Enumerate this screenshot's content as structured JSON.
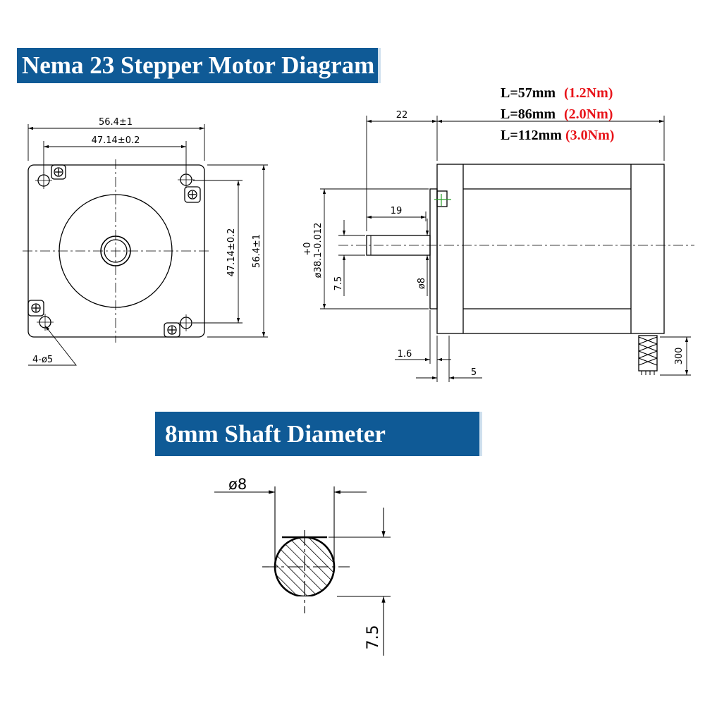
{
  "titles": {
    "main": "Nema 23 Stepper Motor Diagram",
    "shaft": "8mm Shaft Diameter"
  },
  "lengths": [
    {
      "length": "L=57mm",
      "torque": "(1.2Nm)"
    },
    {
      "length": "L=86mm",
      "torque": "(2.0Nm)"
    },
    {
      "length": "L=112mm",
      "torque": "(3.0Nm)"
    }
  ],
  "front_view": {
    "width_overall": "56.4±1",
    "hole_spacing_horizontal": "47.14±0.2",
    "hole_spacing_vertical": "47.14±0.2",
    "height_overall": "56.4±1",
    "holes": "4-ø5"
  },
  "side_view": {
    "shaft_length": "22",
    "flat_length": "19",
    "flange_tol_upper": "+0",
    "pilot_diameter": "ø38.1-0.012",
    "flat_depth": "7.5",
    "shaft_diameter": "ø8",
    "flange_thickness": "1.6",
    "boss_length": "5",
    "lead_length": "300"
  },
  "shaft_section": {
    "diameter": "ø8",
    "flat": "7.5"
  },
  "colors": {
    "banner": "#0f5a96",
    "torque": "#e8141a",
    "line": "#000000",
    "marker": "#2aa02a"
  }
}
